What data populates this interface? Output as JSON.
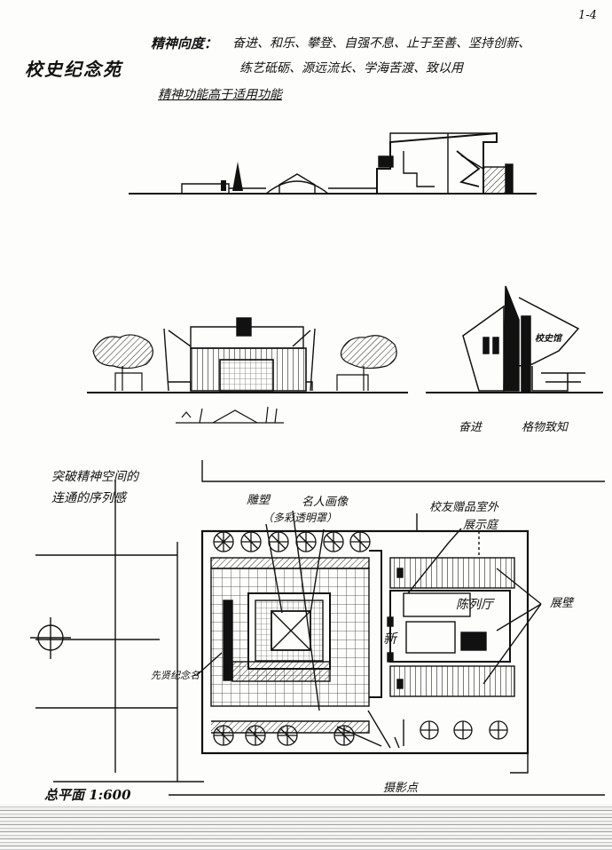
{
  "page_number": "1-4",
  "sheet_title": "校史纪念苑",
  "header": {
    "label": "精神向度：",
    "line1": "奋进、和乐、攀登、自强不息、止于至善、坚持创新、",
    "line2": "练艺砥砺、源远流长、学海苦渡、致以用",
    "line3": "精神功能高于适用功能"
  },
  "elevation_tags": {
    "left": "奋进",
    "right": "格物致知"
  },
  "tower_sign": "校史馆",
  "plan_notes": {
    "intent_line1": "突破精神空间的",
    "intent_line2": "连通的序列感",
    "sculpture": "雕塑",
    "portraits_line1": "名人画像",
    "portraits_line2": "（多彩透明罩）",
    "exhibit_line1": "校友赠品室外",
    "exhibit_line2": "展示庭",
    "exhibition_hall": "陈列厅",
    "new_hall": "新",
    "wall": "展壁",
    "memorial_wall": "先贤纪念名",
    "photo_points": "摄影点",
    "scale_label": "总平面 1:600"
  },
  "colors": {
    "ink": "#111111",
    "paper": "#fdfdfb",
    "pavement": "#e9e9e6"
  }
}
